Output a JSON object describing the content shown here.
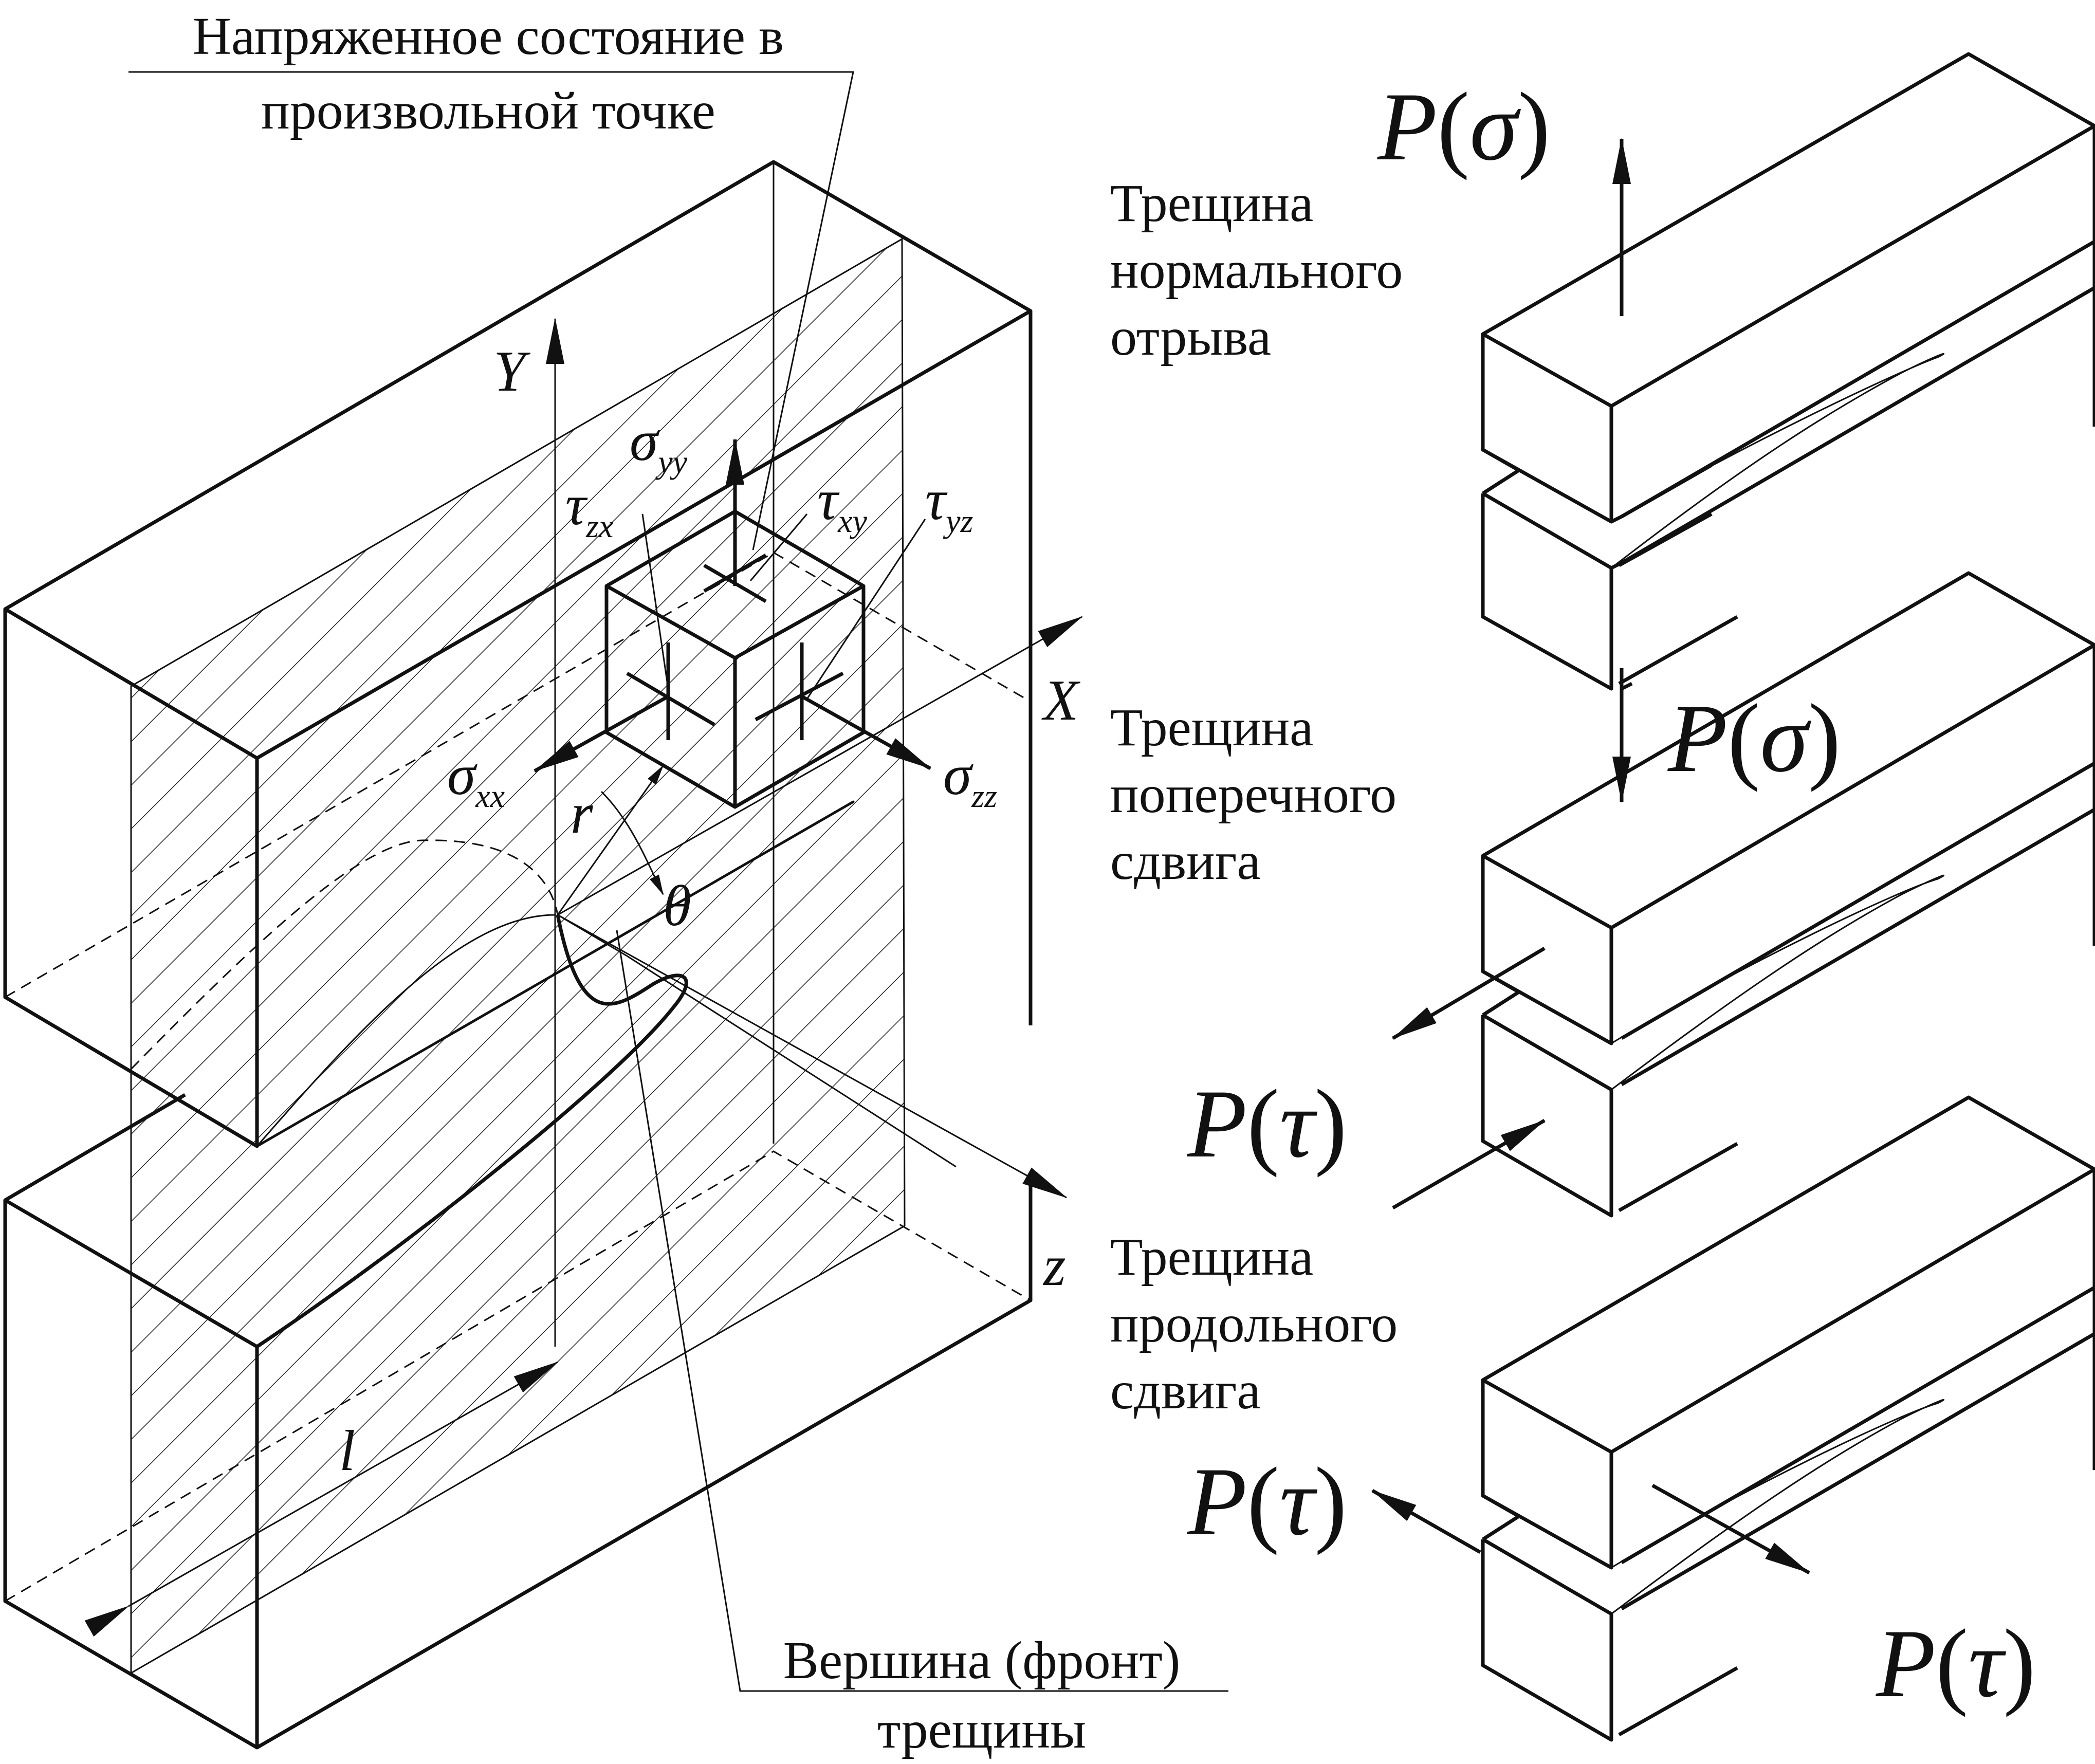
{
  "labels": {
    "stress_state": [
      "Напряженное состояние в",
      "произвольной точке"
    ],
    "crack_tip": [
      "Вершина (фронт)",
      "трещины"
    ],
    "mode_opening": [
      "Трещина",
      "нормального",
      "отрыва"
    ],
    "mode_sliding": [
      "Трещина",
      "поперечного",
      "сдвига"
    ],
    "mode_tearing": [
      "Трещина",
      "продольного",
      "сдвига"
    ]
  },
  "axes": {
    "y": "Y",
    "x": "X",
    "z": "z",
    "length": "l",
    "radius": "r",
    "angle": "θ"
  },
  "stresses": {
    "sigma": "σ",
    "tau": "τ",
    "yy": "yy",
    "xx": "xx",
    "zz": "zz",
    "zx": "zx",
    "xy": "xy",
    "yz": "yz"
  },
  "loads": {
    "P": "P",
    "sigma": "σ",
    "tau": "τ",
    "open_paren": "(",
    "close_paren": ")"
  }
}
